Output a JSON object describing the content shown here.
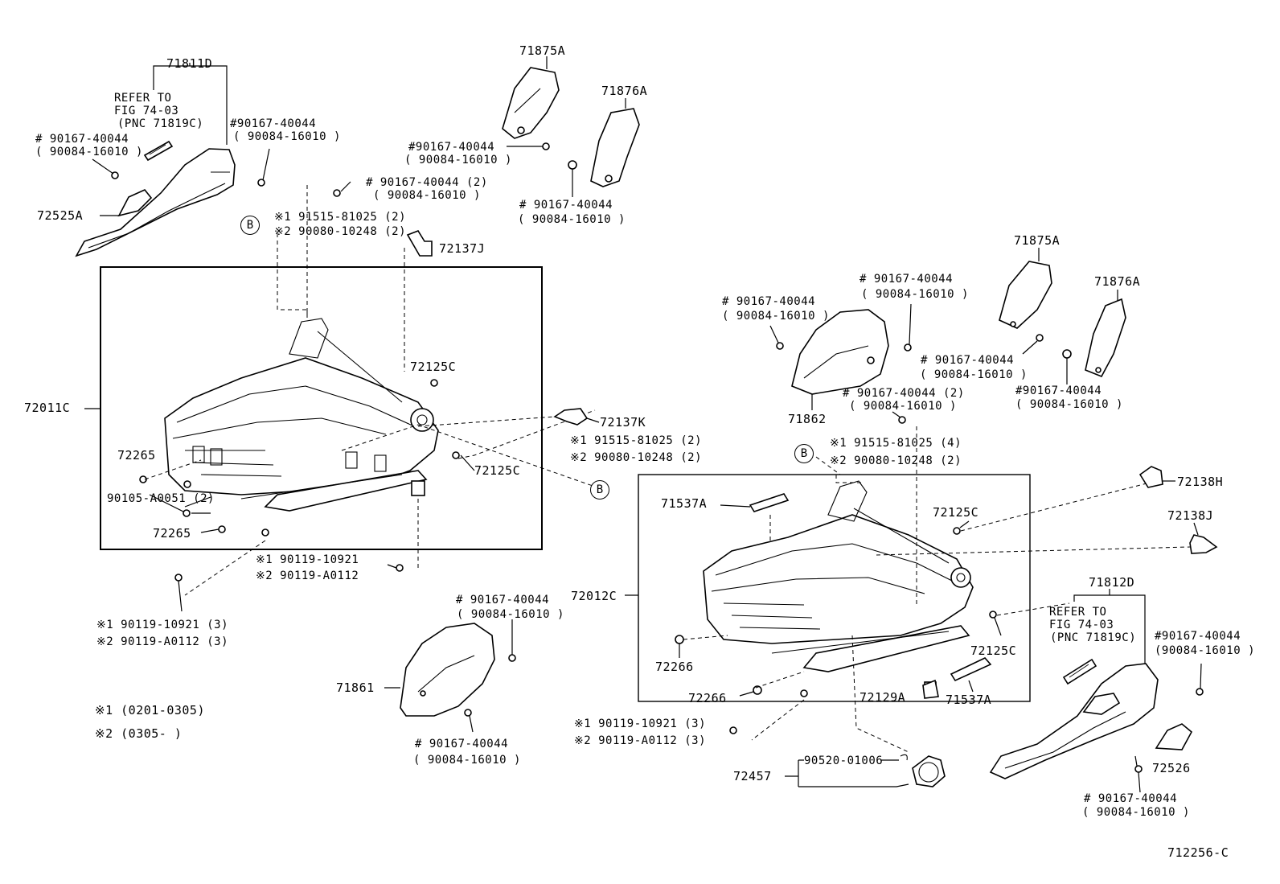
{
  "labels": {
    "p71811D": "71811D",
    "refer1": "REFER TO",
    "fig1": "FIG 74-03",
    "pnc1": "(PNC 71819C)",
    "b1_9016740044": "# 90167-40044",
    "b1_90084": "( 90084-16010 )",
    "b2_9016740044": "#90167-40044",
    "b2_90084": "( 90084-16010 )",
    "p72525A": "72525A",
    "p71875A_1": "71875A",
    "p71876A_1": "71876A",
    "b3_9016740044": "#90167-40044",
    "b3_90084": "( 90084-16010 )",
    "b4_9016740044": "# 90167-40044 (2)",
    "b4_90084": "( 90084-16010 )",
    "b5_9016740044": "# 90167-40044",
    "b5_90084": "( 90084-16010 )",
    "s1_91515": "※1 91515-81025 (2)",
    "s2_90080": "※2 90080-10248 (2)",
    "p72137J": "72137J",
    "p72011C": "72011C",
    "p72125C_1": "72125C",
    "p72125C_2": "72125C",
    "p72137K": "72137K",
    "s1_91515_b": "※1  91515-81025 (2)",
    "s2_90080_b": "※2  90080-10248 (2)",
    "p72265_1": "72265",
    "p90105": "90105-A0051 (2)",
    "p72265_2": "72265",
    "s1_90119_a": "※1 90119-10921",
    "s2_90119_a": "※2  90119-A0112",
    "s1_90119_b": "※1   90119-10921 (3)",
    "s2_90119_b": "※2   90119-A0112 (3)",
    "note1": "※1   (0201-0305)",
    "note2": "※2   (0305-        )",
    "b6_9016740044": "# 90167-40044",
    "b6_90084": "( 90084-16010 )",
    "p71861": "71861",
    "b7_9016740044": "# 90167-40044",
    "b7_90084": "( 90084-16010 )",
    "p72012C": "72012C",
    "b8_9016740044": "# 90167-40044",
    "b8_90084": "( 90084-16010 )",
    "b9_9016740044": "# 90167-40044",
    "b9_90084": "( 90084-16010 )",
    "p71862": "71862",
    "b10_9016740044": "# 90167-40044 (2)",
    "b10_90084": "( 90084-16010 )",
    "s1_91515_c": "※1  91515-81025 (4)",
    "s2_90080_c": "※2  90080-10248 (2)",
    "p71875A_2": "71875A",
    "p71876A_2": "71876A",
    "b11_9016740044": "# 90167-40044",
    "b11_90084": "( 90084-16010 )",
    "b12_9016740044": "#90167-40044",
    "b12_90084": "( 90084-16010 )",
    "p72138H": "72138H",
    "p72138J": "72138J",
    "p71537A_1": "71537A",
    "p72125C_3": "72125C",
    "p72125C_4": "72125C",
    "p72266_1": "72266",
    "p72266_2": "72266",
    "p72129A": "72129A",
    "p71537A_2": "71537A",
    "s1_90119_c": "※1  90119-10921 (3)",
    "s2_90119_c": "※2  90119-A0112 (3)",
    "p72457": "72457",
    "p90520": "90520-01006",
    "p71812D": "71812D",
    "refer2": "REFER TO",
    "fig2": "FIG 74-03",
    "pnc2": "(PNC 71819C)",
    "b13_9016740044": "#90167-40044",
    "b13_90084": "(90084-16010 )",
    "p72526": "72526",
    "b14_9016740044": "# 90167-40044",
    "b14_90084": "( 90084-16010 )",
    "diagram_id": "712256-C"
  },
  "callouts": {
    "b1": "B",
    "b2": "B",
    "b3": "B"
  }
}
